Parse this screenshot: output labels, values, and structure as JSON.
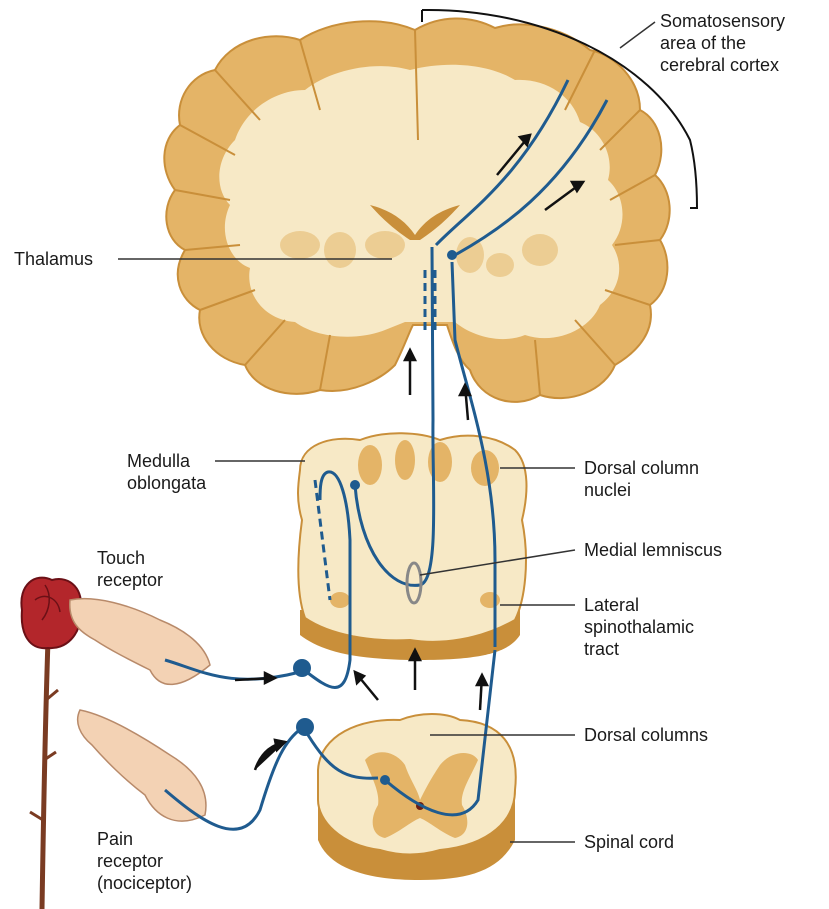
{
  "labels": {
    "somatosensory": [
      "Somatosensory",
      "area of the",
      "cerebral cortex"
    ],
    "thalamus": [
      "Thalamus"
    ],
    "medulla": [
      "Medulla",
      "oblongata"
    ],
    "dorsal_column_nuclei": [
      "Dorsal column",
      "nuclei"
    ],
    "medial_lemniscus": [
      "Medial lemniscus"
    ],
    "lateral_spinothalamic": [
      "Lateral",
      "spinothalamic",
      "tract"
    ],
    "touch_receptor": [
      "Touch",
      "receptor"
    ],
    "pain_receptor": [
      "Pain",
      "receptor",
      "(nociceptor)"
    ],
    "dorsal_columns": [
      "Dorsal columns"
    ],
    "spinal_cord": [
      "Spinal cord"
    ]
  },
  "colors": {
    "white_matter": "#f7e9c6",
    "gray_matter": "#e4b467",
    "cut_edge": "#c98f3a",
    "nerve": "#1f5b8f",
    "leader": "#333333",
    "rose": "#b3262b",
    "stem": "#7a3b22",
    "skin": "#f3d2b4"
  }
}
